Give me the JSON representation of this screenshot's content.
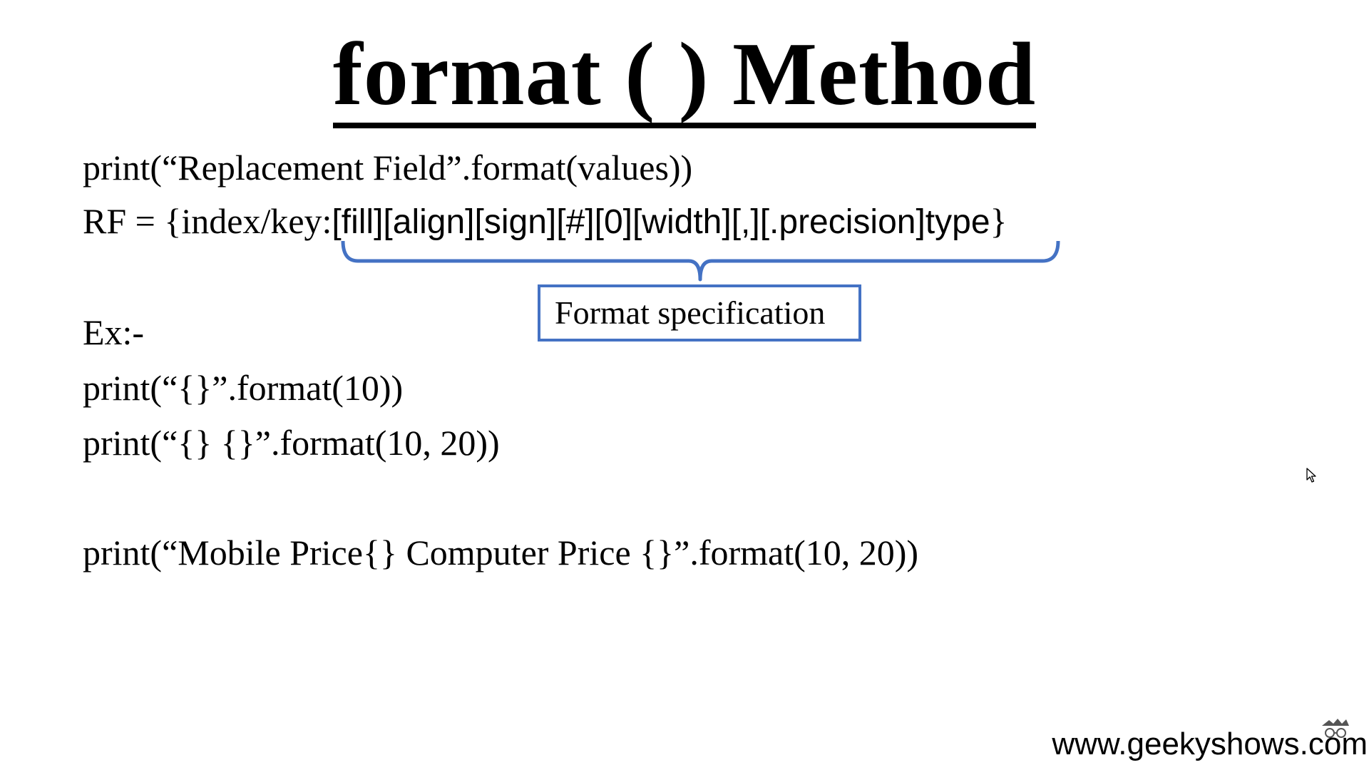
{
  "slide": {
    "title": "format ( ) Method",
    "syntax_line": "print(“Replacement Field”.format(values))",
    "rf_prefix": "RF = {index/key:",
    "rf_spec": "[fill][align][sign][#][0][width][,][.precision]type",
    "rf_suffix": "}",
    "format_spec_label": "Format specification",
    "example_heading": "Ex:-",
    "examples": [
      "print(“{}”.format(10))",
      "print(“{} {}”.format(10, 20))",
      "print(“Mobile Price{} Computer Price {}”.format(10, 20))"
    ],
    "watermark": "www.geekyshows.com"
  },
  "colors": {
    "accent": "#4472c4",
    "text": "#000000",
    "background": "#ffffff"
  },
  "icons": {
    "cursor": "mouse-pointer-icon",
    "logo": "geekyshows-logo-icon"
  }
}
